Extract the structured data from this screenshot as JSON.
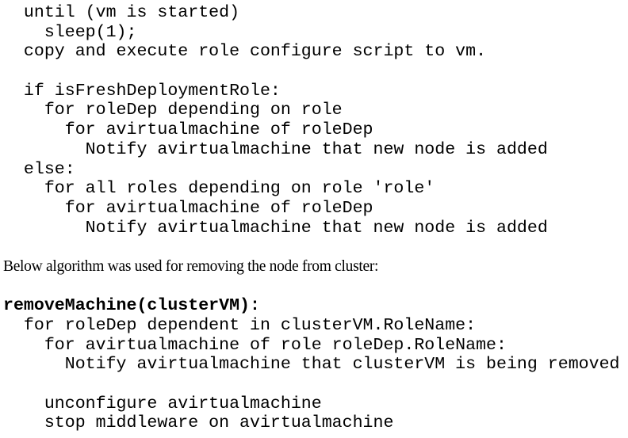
{
  "code_block_1": [
    "  until (vm is started)",
    "    sleep(1);",
    "  copy and execute role configure script to vm.",
    "",
    "  if isFreshDeploymentRole:",
    "    for roleDep depending on role",
    "      for avirtualmachine of roleDep",
    "        Notify avirtualmachine that new node is added",
    "  else:",
    "    for all roles depending on role 'role'",
    "      for avirtualmachine of roleDep",
    "        Notify avirtualmachine that new node is added"
  ],
  "prose": "Below algorithm was used for removing the node from cluster:",
  "code_block_2": {
    "signature": "removeMachine(clusterVM):",
    "lines": [
      "  for roleDep dependent in clusterVM.RoleName:",
      "    for avirtualmachine of role roleDep.RoleName:",
      "      Notify avirtualmachine that clusterVM is being removed",
      "",
      "    unconfigure avirtualmachine",
      "    stop middleware on avirtualmachine"
    ]
  }
}
